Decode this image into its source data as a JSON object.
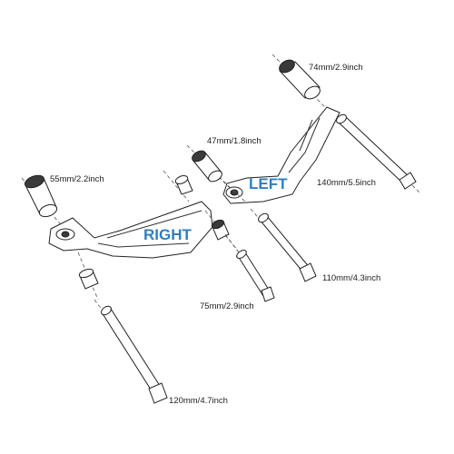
{
  "labels": {
    "top_slider": "74mm/2.9inch",
    "mid_slider": "47mm/1.8inch",
    "left_slider": "55mm/2.2inch",
    "long_bolt": "140mm/5.5inch",
    "mid_bolt": "110mm/4.3inch",
    "short_bolt": "75mm/2.9inch",
    "bottom_bolt": "120mm/4.7inch"
  },
  "sides": {
    "left": "LEFT",
    "right": "RIGHT"
  },
  "colors": {
    "side_label": "#2f7fc1",
    "line": "#333333"
  }
}
